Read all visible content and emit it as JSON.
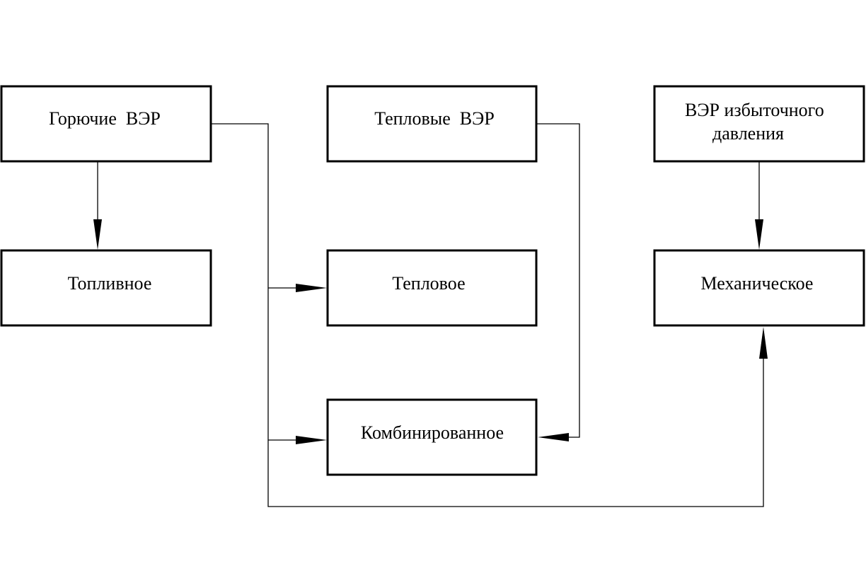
{
  "nodes": {
    "combustible_ver": "Горючие  ВЭР",
    "thermal_ver": "Тепловые  ВЭР",
    "overpressure_ver_line1": "ВЭР избыточного",
    "overpressure_ver_line2": "давления",
    "fuel_use": "Топливное",
    "thermal_use": "Тепловое",
    "mechanical_use": "Механическое",
    "combined_use": "Комбинированное"
  },
  "edges": [
    {
      "from": "combustible_ver",
      "to": "fuel_use"
    },
    {
      "from": "combustible_ver",
      "to": "thermal_use"
    },
    {
      "from": "combustible_ver",
      "to": "combined_use"
    },
    {
      "from": "combustible_ver",
      "to": "mechanical_use"
    },
    {
      "from": "thermal_ver",
      "to": "combined_use"
    },
    {
      "from": "overpressure_ver",
      "to": "mechanical_use"
    }
  ]
}
